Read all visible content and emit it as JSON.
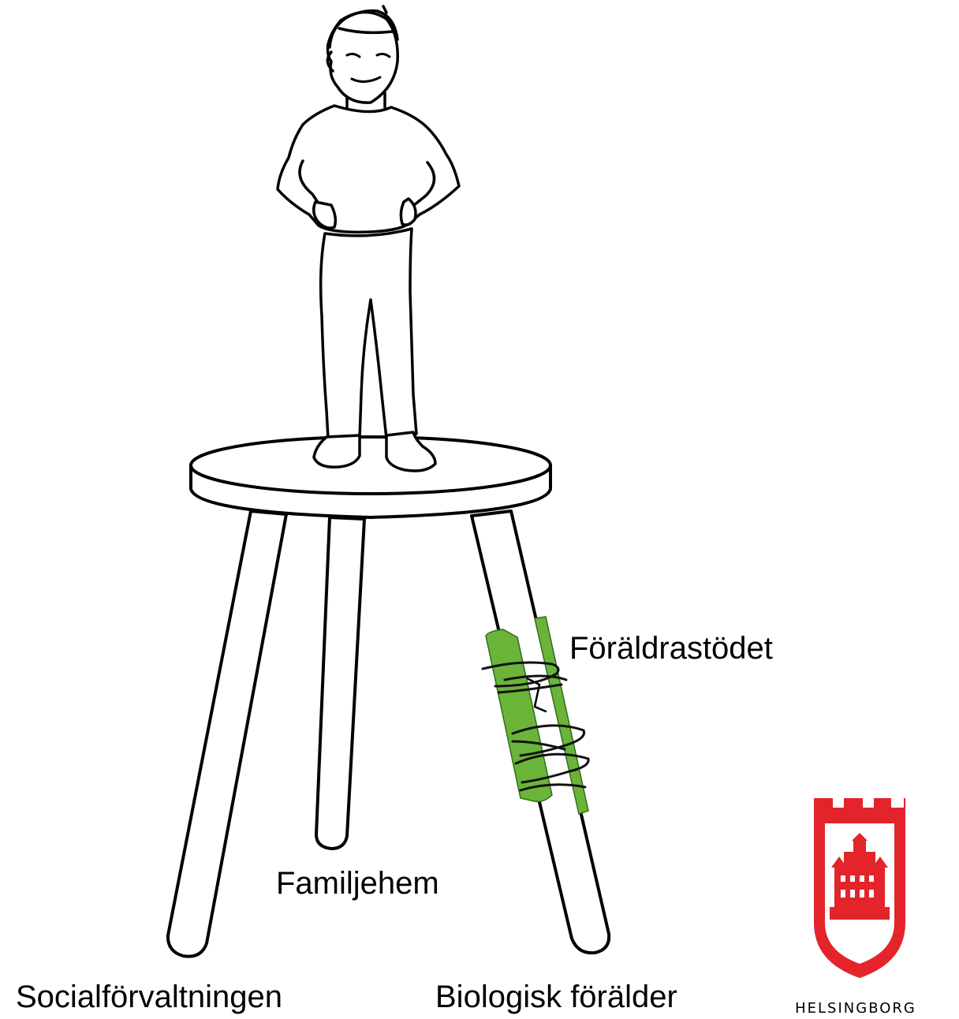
{
  "labels": {
    "foraldrastodet": "Föräldrastödet",
    "familjehem": "Familjehem",
    "socialforvaltningen": "Socialförvaltningen",
    "biologisk_foralder": "Biologisk förälder"
  },
  "logo": {
    "text": "HELSINGBORG",
    "color": "#e3242b"
  },
  "colors": {
    "splint": "#6ab43a",
    "line": "#000000"
  }
}
